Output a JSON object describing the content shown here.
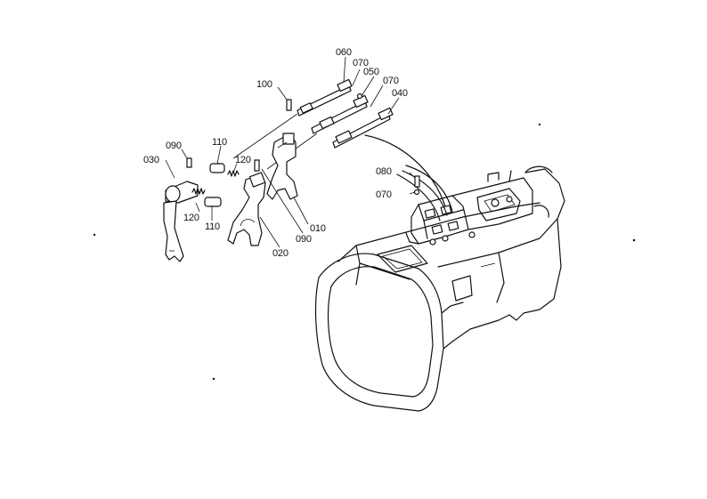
{
  "parts": [
    {
      "key": "p060",
      "label": "060"
    },
    {
      "key": "p070a",
      "label": "070"
    },
    {
      "key": "p050",
      "label": "050"
    },
    {
      "key": "p070b",
      "label": "070"
    },
    {
      "key": "p040",
      "label": "040"
    },
    {
      "key": "p100",
      "label": "100"
    },
    {
      "key": "p090a",
      "label": "090"
    },
    {
      "key": "p110a",
      "label": "110"
    },
    {
      "key": "p030",
      "label": "030"
    },
    {
      "key": "p120a",
      "label": "120"
    },
    {
      "key": "p120b",
      "label": "120"
    },
    {
      "key": "p110b",
      "label": "110"
    },
    {
      "key": "p010",
      "label": "010"
    },
    {
      "key": "p090b",
      "label": "090"
    },
    {
      "key": "p020",
      "label": "020"
    },
    {
      "key": "p080",
      "label": "080"
    },
    {
      "key": "p070c",
      "label": "070"
    }
  ]
}
